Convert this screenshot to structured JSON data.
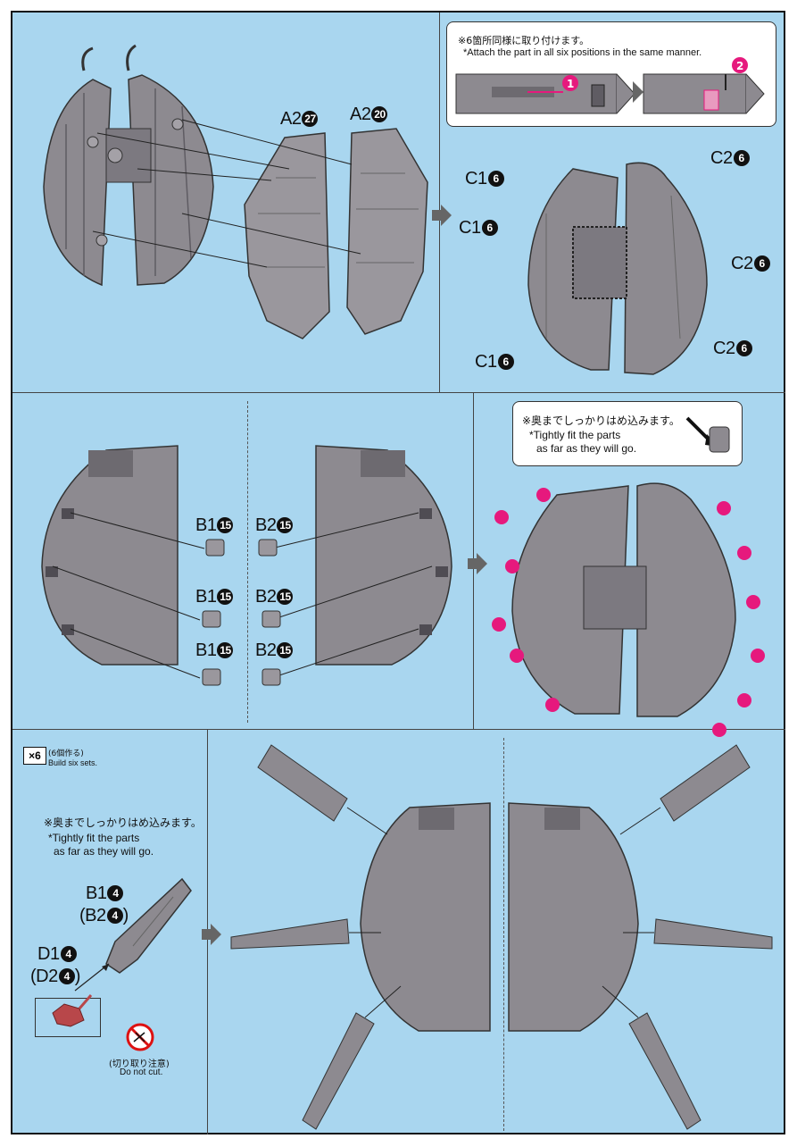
{
  "panel1": {
    "labels": {
      "a2_left": "A2",
      "a2_left_num": "27",
      "a2_right": "A2",
      "a2_right_num": "20"
    },
    "note": {
      "jp": "※6箇所同様に取り付けます。",
      "en": "*Attach the part in all six positions in the same manner.",
      "step1": "1",
      "step2": "2"
    },
    "result_labels": [
      {
        "part": "C1",
        "num": "6"
      },
      {
        "part": "C1",
        "num": "6"
      },
      {
        "part": "C1",
        "num": "6"
      },
      {
        "part": "C2",
        "num": "6"
      },
      {
        "part": "C2",
        "num": "6"
      },
      {
        "part": "C2",
        "num": "6"
      }
    ]
  },
  "panel2": {
    "left_labels": [
      {
        "part": "B1",
        "num": "15"
      },
      {
        "part": "B1",
        "num": "15"
      },
      {
        "part": "B1",
        "num": "15"
      }
    ],
    "right_labels": [
      {
        "part": "B2",
        "num": "15"
      },
      {
        "part": "B2",
        "num": "15"
      },
      {
        "part": "B2",
        "num": "15"
      }
    ],
    "note": {
      "jp": "※奥までしっかりはめ込みます。",
      "en1": "*Tightly fit the parts",
      "en2": "as far as they will go."
    }
  },
  "panel3": {
    "build_count": "×6",
    "build_jp": "(6個作る)",
    "build_en": "Build six sets.",
    "note_jp": "※奥までしっかりはめ込みます。",
    "note_en1": "*Tightly fit the parts",
    "note_en2": "as far as they will go.",
    "b1": "B1",
    "b1_num": "4",
    "b2": "(B2",
    "b2_num": "4",
    "b2_close": ")",
    "d1": "D1",
    "d1_num": "4",
    "d2": "(D2",
    "d2_num": "4",
    "d2_close": ")",
    "nocut_jp": "(切り取り注意)",
    "nocut_en": "Do not cut."
  },
  "colors": {
    "background": "#a9d6ef",
    "part_gray": "#8d8a90",
    "part_dark": "#5f5c63",
    "accent_magenta": "#e6197d",
    "red_part": "#b8474a"
  }
}
